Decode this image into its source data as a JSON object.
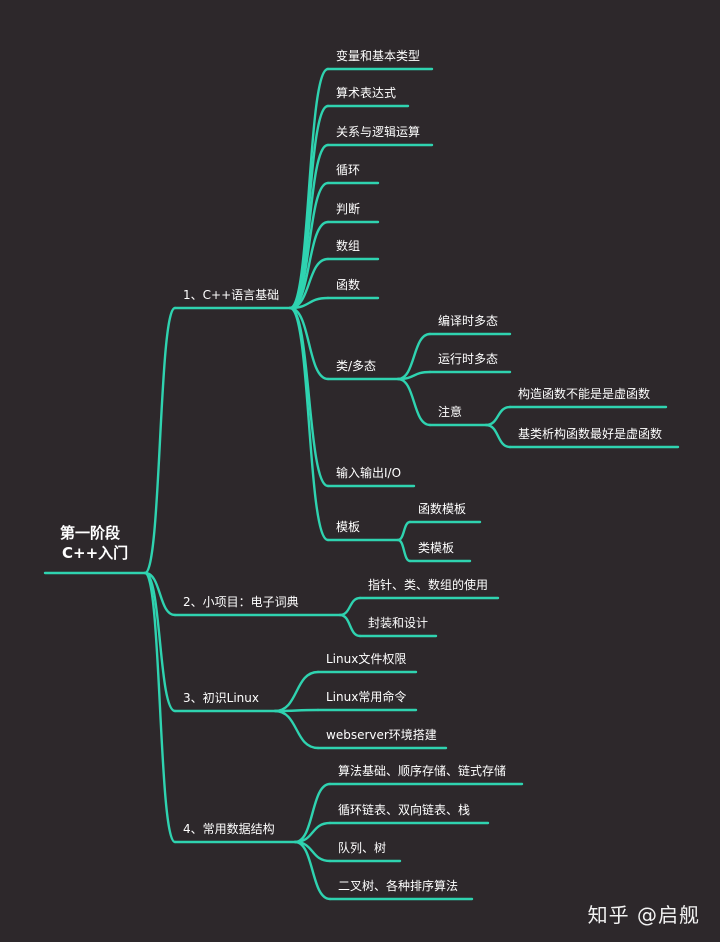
{
  "root": {
    "line1": "第一阶段",
    "line2": "C++入门"
  },
  "watermark": "知乎 @启舰",
  "colors": {
    "background": "#2d282b",
    "edge": "#2fd3b0",
    "text": "#ffffff"
  },
  "branches": [
    {
      "label": "1、C++语言基础",
      "children": [
        {
          "label": "变量和基本类型"
        },
        {
          "label": "算术表达式"
        },
        {
          "label": "关系与逻辑运算"
        },
        {
          "label": "循环"
        },
        {
          "label": "判断"
        },
        {
          "label": "数组"
        },
        {
          "label": "函数"
        },
        {
          "label": "类/多态",
          "children": [
            {
              "label": "编译时多态"
            },
            {
              "label": "运行时多态"
            },
            {
              "label": "注意",
              "children": [
                {
                  "label": "构造函数不能是是虚函数"
                },
                {
                  "label": "基类析构函数最好是虚函数"
                }
              ]
            }
          ]
        },
        {
          "label": "输入输出I/O"
        },
        {
          "label": "模板",
          "children": [
            {
              "label": "函数模板"
            },
            {
              "label": "类模板"
            }
          ]
        }
      ]
    },
    {
      "label": "2、小项目：电子词典",
      "children": [
        {
          "label": "指针、类、数组的使用"
        },
        {
          "label": "封装和设计"
        }
      ]
    },
    {
      "label": "3、初识Linux",
      "children": [
        {
          "label": "Linux文件权限"
        },
        {
          "label": "Linux常用命令"
        },
        {
          "label": "webserver环境搭建"
        }
      ]
    },
    {
      "label": "4、常用数据结构",
      "children": [
        {
          "label": "算法基础、顺序存储、链式存储"
        },
        {
          "label": "循环链表、双向链表、栈"
        },
        {
          "label": "队列、树"
        },
        {
          "label": "二叉树、各种排序算法"
        }
      ]
    }
  ]
}
